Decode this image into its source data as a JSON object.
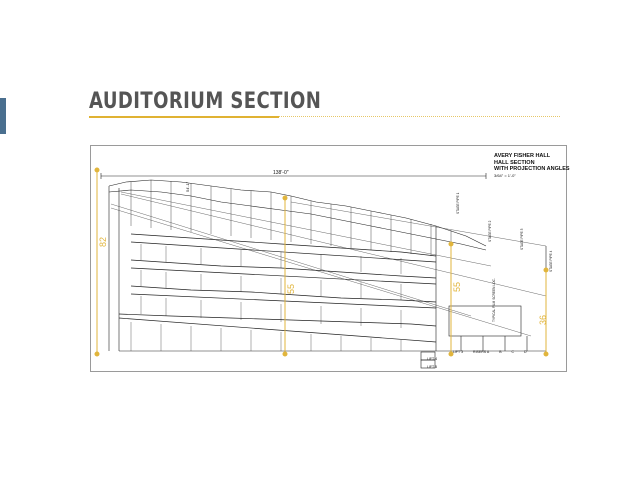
{
  "slide": {
    "title": "AUDITORIUM SECTION",
    "accent_color": "#4a6f8f",
    "title_rule_color": "#e0b232"
  },
  "drawing": {
    "caption_lines": [
      "AVERY FISHER HALL",
      "HALL SECTION",
      "WITH PROJECTION ANGLES"
    ],
    "scale": "3/64\" = 1'-0\"",
    "overall_dimension": "138'-0\"",
    "small_dimension": "54'-1\"",
    "heights": {
      "left": "82",
      "center": "55",
      "stage_front": "55",
      "stage": "36"
    },
    "stage_pipes": [
      "STAGE PIPE 1",
      "STAGE PIPE 2",
      "STAGE PIPE 3",
      "STAGE PIPE 4"
    ],
    "film_label": "TYPICAL FILM SCREEN LOC.",
    "lift_labels": [
      "LIFT 4",
      "LIFT 5"
    ],
    "riser_labels": [
      "LIFT 3",
      "RISERS A",
      "B",
      "C",
      "D"
    ],
    "dimension_color": "#e1b53c"
  }
}
